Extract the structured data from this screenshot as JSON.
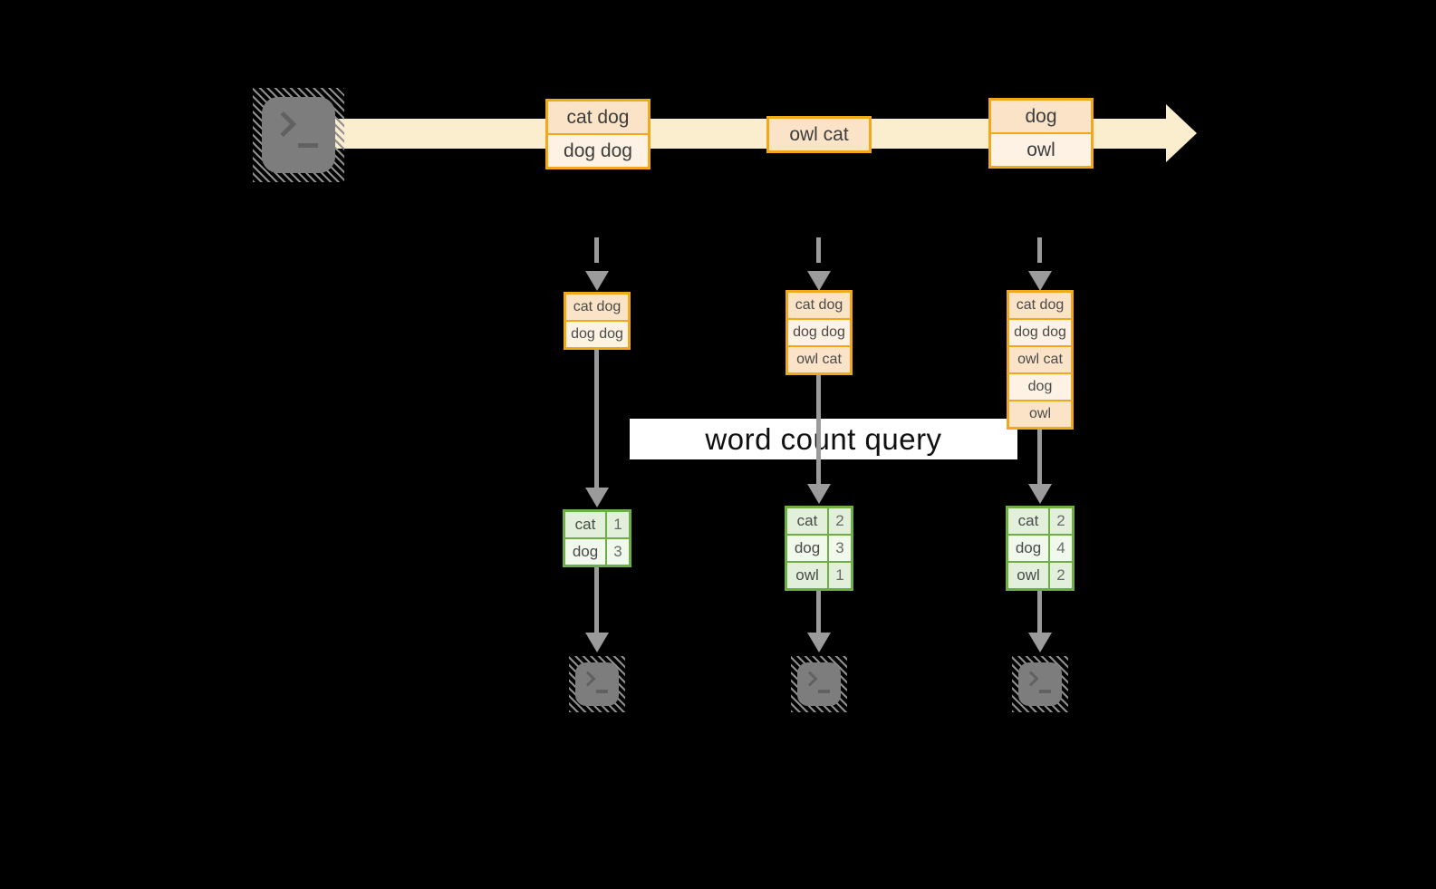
{
  "query_label": "word count query",
  "colors": {
    "background": "#000000",
    "stream_arrow": "#FBEECE",
    "orange_border": "#F2A81D",
    "orange_fill_dark": "#FAE3C6",
    "orange_fill_light": "#FDF2E3",
    "green_border": "#6FAE44",
    "green_fill_dark": "#E2EFDA",
    "green_fill_light": "#F1F8EC",
    "connector_gray": "#9B9B9B",
    "terminal_gray": "#7D7D7D",
    "label_background": "#FFFFFF"
  },
  "icons": {
    "producer": "terminal-icon",
    "stream_end": "right-arrowhead-icon",
    "flow": "down-arrow-icon",
    "consumers": [
      "terminal-icon",
      "terminal-icon",
      "terminal-icon"
    ]
  },
  "stream": {
    "events": [
      {
        "rows": [
          "cat dog",
          "dog dog"
        ]
      },
      {
        "rows": [
          "owl cat"
        ]
      },
      {
        "rows": [
          "dog",
          "owl"
        ]
      }
    ]
  },
  "columns": [
    {
      "stack": [
        "cat dog",
        "dog dog"
      ],
      "table": [
        {
          "word": "cat",
          "count": "1"
        },
        {
          "word": "dog",
          "count": "3"
        }
      ]
    },
    {
      "stack": [
        "cat dog",
        "dog dog",
        "owl cat"
      ],
      "table": [
        {
          "word": "cat",
          "count": "2"
        },
        {
          "word": "dog",
          "count": "3"
        },
        {
          "word": "owl",
          "count": "1"
        }
      ]
    },
    {
      "stack": [
        "cat dog",
        "dog dog",
        "owl cat",
        "dog",
        "owl"
      ],
      "table": [
        {
          "word": "cat",
          "count": "2"
        },
        {
          "word": "dog",
          "count": "4"
        },
        {
          "word": "owl",
          "count": "2"
        }
      ]
    }
  ]
}
